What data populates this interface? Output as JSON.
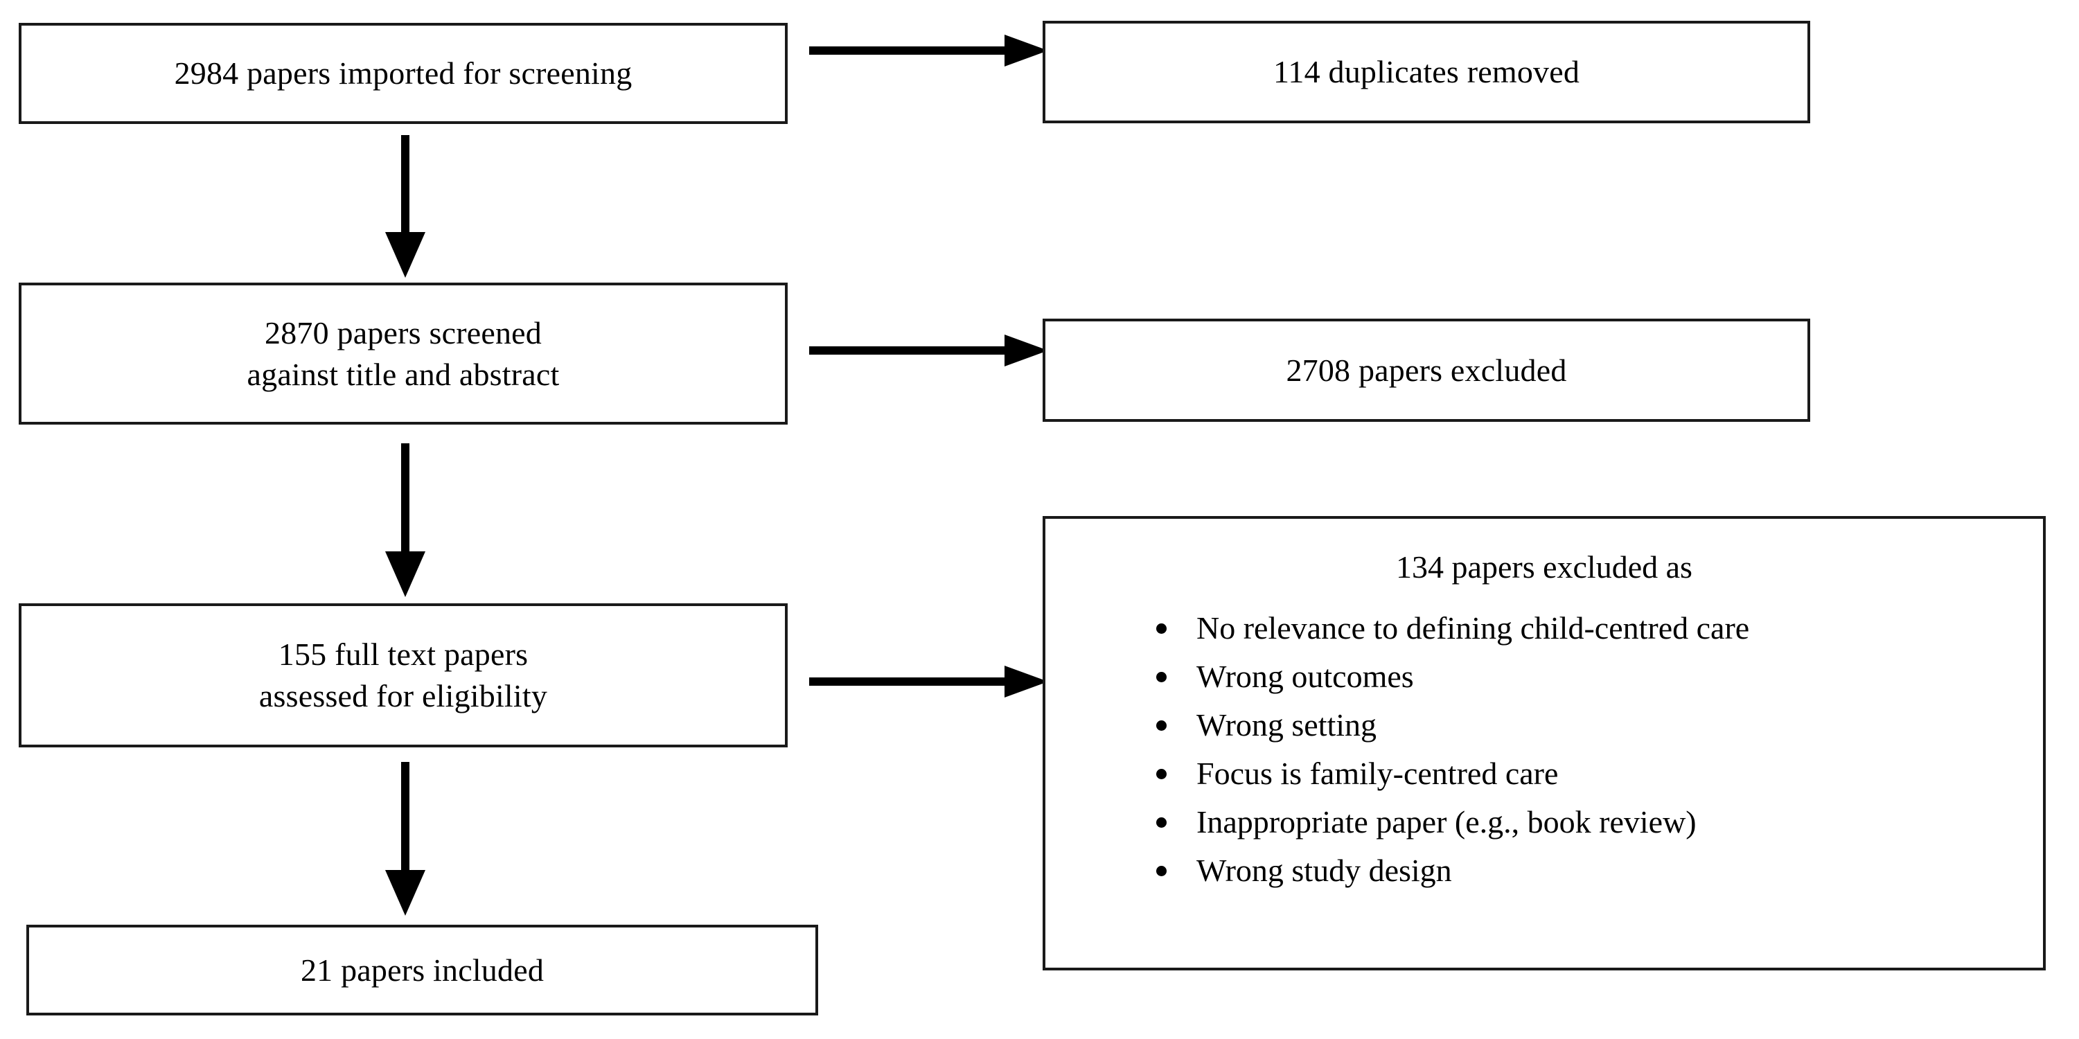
{
  "diagram": {
    "type": "prisma-flow-diagram",
    "boxes": {
      "imported": {
        "line1": "2984 papers imported for screening"
      },
      "duplicates": {
        "line1": "114 duplicates removed"
      },
      "screened": {
        "line1": "2870 papers screened",
        "line2": "against title and abstract"
      },
      "excluded_screening": {
        "line1": "2708 papers excluded"
      },
      "fulltext": {
        "line1": "155 full text papers",
        "line2": "assessed for eligibility"
      },
      "included": {
        "line1": "21 papers included"
      },
      "excluded_reasons": {
        "heading": "134 papers excluded as",
        "items": [
          "No relevance to defining child-centred care",
          "Wrong outcomes",
          "Wrong setting",
          "Focus is family-centred care",
          "Inappropriate paper (e.g., book review)",
          "Wrong study design"
        ]
      }
    },
    "counts": {
      "imported": 2984,
      "duplicates_removed": 114,
      "screened": 2870,
      "excluded_title_abstract": 2708,
      "full_text_assessed": 155,
      "excluded_full_text": 134,
      "included": 21
    },
    "arrows": {
      "imported_to_duplicates": "right",
      "imported_to_screened": "down",
      "screened_to_excluded": "right",
      "screened_to_fulltext": "down",
      "fulltext_to_reasons": "right",
      "fulltext_to_included": "down"
    },
    "colors": {
      "background": "#ffffff",
      "border": "#1a1a1a",
      "text": "#000000",
      "arrow": "#000000"
    }
  }
}
